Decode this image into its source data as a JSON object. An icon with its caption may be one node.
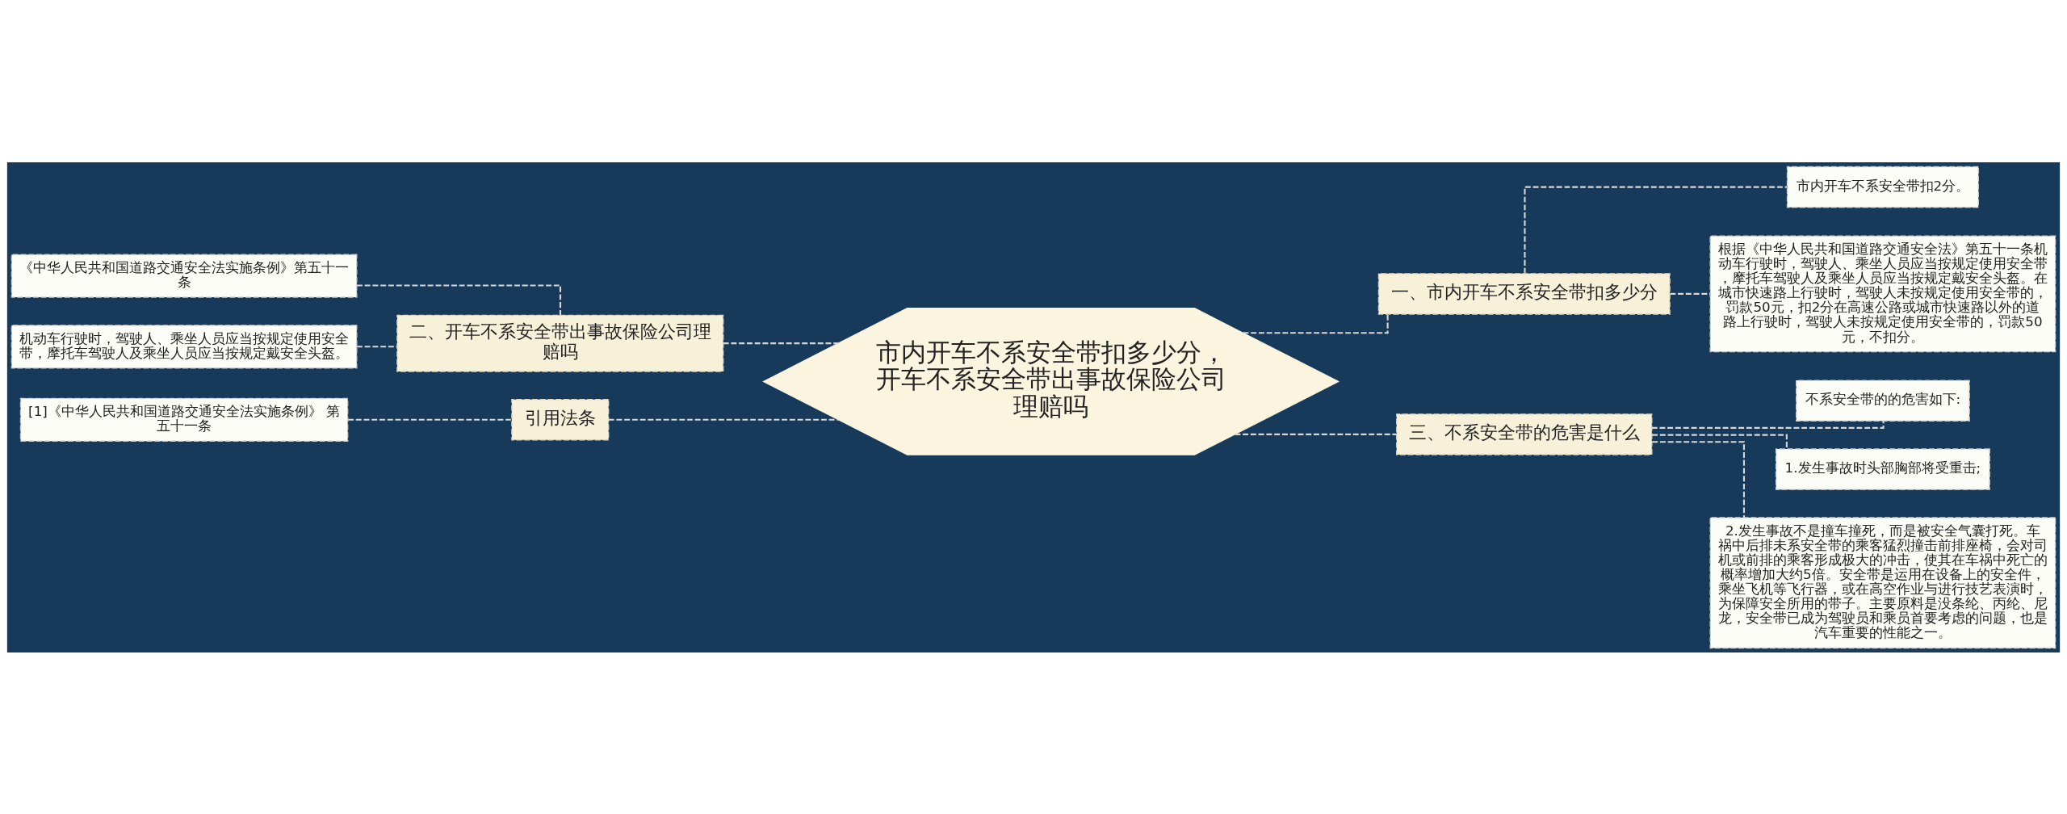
{
  "diagram": {
    "nodes": [
      {
        "text": [
          "市内开车不系安全带扣多少分，开车不系安全带出事故保险公司理赔吗"
        ]
      },
      {
        "text": [
          "一、市内开车不系安全带扣多少分"
        ]
      },
      {
        "text": [
          "市内开车不系安全带扣2分。"
        ]
      },
      {
        "text": [
          "根据《中华人民共和国道路交通安全法》第五十一条机动车行驶时，驾驶人、乘坐人员应当按规定使用安全带，摩托车驾驶人及乘坐人员应当按规定戴安全头盔。在城市快速路上行驶时，驾驶人未按规定使用安全带的，罚款50元，扣2分在高速公路或城市快速路以外的道路上行驶时，驾驶人未按规定使用安全带的，罚款50元，不扣分。"
        ]
      },
      {
        "text": [
          "三、不系安全带的危害是什么"
        ]
      },
      {
        "text": [
          "不系安全带的的危害如下:"
        ]
      },
      {
        "text": [
          "1.发生事故时头部胸部将受重击;"
        ]
      },
      {
        "text": [
          "2.发生事故不是撞车撞死，而是被安全气囊打死。车祸中后排未系安全带的乘客猛烈撞击前排座椅，会对司机或前排的乘客形成极大的冲击，使其在车祸中死亡的概率增加大约5倍。安全带是运用在设备上的安全件，乘坐飞机等飞行器，或在高空作业与进行技艺表演时，为保障安全所用的带子。主要原料是没条纶、丙纶、尼龙，安全带已成为驾驶员和乘员首要考虑的问题，也是汽车重要的性能之一。"
        ]
      },
      {
        "text": [
          "二、开车不系安全带出事故保险公司理赔吗"
        ]
      },
      {
        "text": [
          "《中华人民共和国道路交通安全法实施条例》第五十一条"
        ]
      },
      {
        "text": [
          "机动车行驶时，驾驶人、乘坐人员应当按规定使用安全带，摩托车驾驶人及乘坐人员应当按规定戴安全头盔。"
        ]
      },
      {
        "text": [
          "引用法条"
        ]
      },
      {
        "text": [
          "[1]《中华人民共和国道路交通安全法实施条例》 第五十一条"
        ]
      }
    ],
    "edges": [
      {
        "from": 0,
        "to": 1,
        "arrow": "none",
        "style": "dashed"
      },
      {
        "from": 1,
        "to": 2,
        "arrow": "none",
        "style": "dashed"
      },
      {
        "from": 1,
        "to": 3,
        "arrow": "none",
        "style": "dashed"
      },
      {
        "from": 0,
        "to": 4,
        "arrow": "none",
        "style": "dashed"
      },
      {
        "from": 4,
        "to": 5,
        "arrow": "none",
        "style": "dashed"
      },
      {
        "from": 4,
        "to": 6,
        "arrow": "none",
        "style": "dashed"
      },
      {
        "from": 4,
        "to": 7,
        "arrow": "none",
        "style": "dashed"
      },
      {
        "from": 0,
        "to": 8,
        "arrow": "none",
        "style": "dashed"
      },
      {
        "from": 8,
        "to": 9,
        "arrow": "none",
        "style": "dashed"
      },
      {
        "from": 8,
        "to": 10,
        "arrow": "none",
        "style": "dashed"
      },
      {
        "from": 0,
        "to": 11,
        "arrow": "none",
        "style": "dashed"
      },
      {
        "from": 11,
        "to": 12,
        "arrow": "none",
        "style": "dashed"
      }
    ]
  }
}
